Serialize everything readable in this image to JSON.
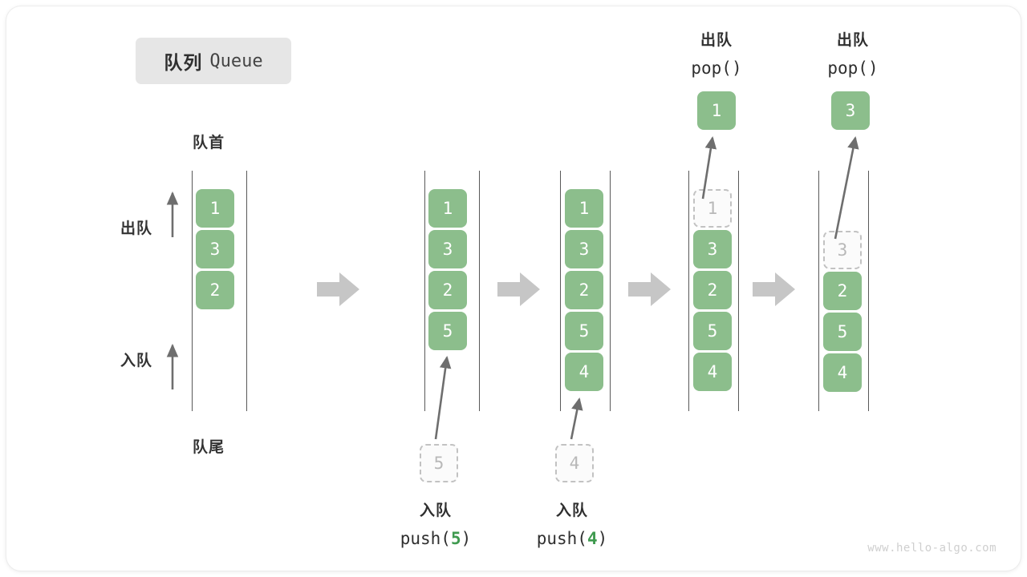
{
  "title": {
    "cn": "队列",
    "en": "Queue"
  },
  "labels": {
    "head": "队首",
    "tail": "队尾",
    "dequeue": "出队",
    "enqueue": "入队"
  },
  "colors": {
    "cell_fill": "#8cbe8c",
    "cell_text": "#ffffff",
    "ghost_border": "#c2c2c2",
    "ghost_text": "#b8b8b8",
    "rail": "#595959",
    "arrow": "#6e6e6e",
    "step_arrow": "#c6c6c6",
    "accent_green": "#3f9a4f",
    "badge_bg": "#e6e6e6",
    "watermark": "#cfcfcf"
  },
  "operations": {
    "push5": {
      "cn": "入队",
      "code_pre": "push(",
      "code_arg": "5",
      "code_post": ")"
    },
    "push4": {
      "cn": "入队",
      "code_pre": "push(",
      "code_arg": "4",
      "code_post": ")"
    },
    "pop1": {
      "cn": "出队",
      "code_pre": "pop(",
      "code_arg": "",
      "code_post": ")"
    },
    "pop2": {
      "cn": "出队",
      "code_pre": "pop(",
      "code_arg": "",
      "code_post": ")"
    }
  },
  "columns": [
    {
      "id": "state-initial",
      "cells": [
        {
          "value": "1",
          "state": "filled"
        },
        {
          "value": "3",
          "state": "filled"
        },
        {
          "value": "2",
          "state": "filled"
        }
      ]
    },
    {
      "id": "state-after-push-5",
      "cells": [
        {
          "value": "1",
          "state": "filled"
        },
        {
          "value": "3",
          "state": "filled"
        },
        {
          "value": "2",
          "state": "filled"
        },
        {
          "value": "5",
          "state": "filled"
        }
      ]
    },
    {
      "id": "state-after-push-4",
      "cells": [
        {
          "value": "1",
          "state": "filled"
        },
        {
          "value": "3",
          "state": "filled"
        },
        {
          "value": "2",
          "state": "filled"
        },
        {
          "value": "5",
          "state": "filled"
        },
        {
          "value": "4",
          "state": "filled"
        }
      ]
    },
    {
      "id": "state-after-pop-1",
      "cells": [
        {
          "value": "1",
          "state": "ghost"
        },
        {
          "value": "3",
          "state": "filled"
        },
        {
          "value": "2",
          "state": "filled"
        },
        {
          "value": "5",
          "state": "filled"
        },
        {
          "value": "4",
          "state": "filled"
        }
      ]
    },
    {
      "id": "state-after-pop-3",
      "cells": [
        {
          "value": "3",
          "state": "ghost"
        },
        {
          "value": "2",
          "state": "filled"
        },
        {
          "value": "5",
          "state": "filled"
        },
        {
          "value": "4",
          "state": "filled"
        }
      ]
    }
  ],
  "floating_cells": {
    "push5_ghost": {
      "value": "5",
      "state": "ghost"
    },
    "push4_ghost": {
      "value": "4",
      "state": "ghost"
    },
    "pop1_result": {
      "value": "1",
      "state": "filled"
    },
    "pop2_result": {
      "value": "3",
      "state": "filled"
    }
  },
  "watermark": "www.hello-algo.com"
}
